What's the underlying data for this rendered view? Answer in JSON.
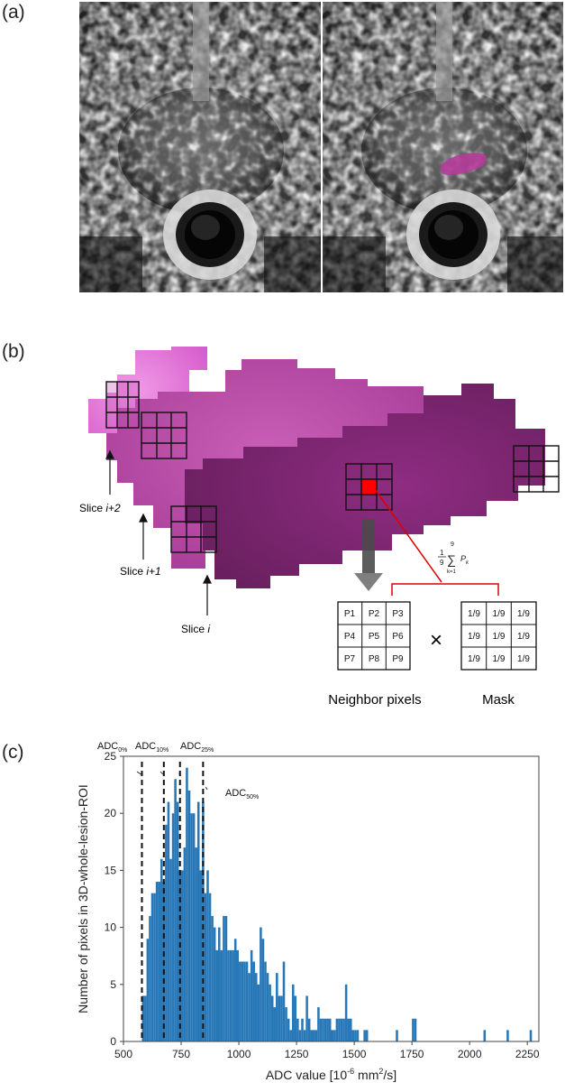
{
  "panels": {
    "a": {
      "label": "(a)"
    },
    "b": {
      "label": "(b)",
      "slice_labels": [
        {
          "prefix": "Slice ",
          "index": "i+2"
        },
        {
          "prefix": "Slice ",
          "index": "i+1"
        },
        {
          "prefix": "Slice ",
          "index": "i"
        }
      ],
      "formula": {
        "frac_num": "1",
        "frac_den": "9",
        "sum_top": "9",
        "sum_bottom": "k=1",
        "term": "P",
        "term_sub": "k"
      },
      "neighbor_cells": [
        "P1",
        "P2",
        "P3",
        "P4",
        "P5",
        "P6",
        "P7",
        "P8",
        "P9"
      ],
      "mask_cells": [
        "1/9",
        "1/9",
        "1/9",
        "1/9",
        "1/9",
        "1/9",
        "1/9",
        "1/9",
        "1/9"
      ],
      "multiply_symbol": "×",
      "neighbor_label": "Neighbor pixels",
      "mask_label": "Mask"
    },
    "c": {
      "label": "(c)"
    }
  },
  "chart_data": {
    "type": "bar",
    "xlabel_main": "ADC value [10",
    "xlabel_sup": "-6",
    "xlabel_rest": " mm",
    "xlabel_sup2": "2",
    "xlabel_end": "/s]",
    "ylabel": "Number of pixels in 3D-whole-lesion-ROI",
    "xlim": [
      500,
      2300
    ],
    "ylim": [
      0,
      25
    ],
    "x_ticks": [
      500,
      750,
      1000,
      1250,
      1500,
      1750,
      2000,
      2250
    ],
    "y_ticks": [
      0,
      5,
      10,
      15,
      20,
      25
    ],
    "bin_width": 10,
    "bins": [
      [
        580,
        4
      ],
      [
        590,
        4
      ],
      [
        600,
        9
      ],
      [
        610,
        11
      ],
      [
        620,
        13
      ],
      [
        630,
        13
      ],
      [
        640,
        14
      ],
      [
        650,
        14
      ],
      [
        660,
        16
      ],
      [
        670,
        14
      ],
      [
        680,
        19
      ],
      [
        690,
        21
      ],
      [
        700,
        16
      ],
      [
        710,
        20
      ],
      [
        720,
        23
      ],
      [
        730,
        21
      ],
      [
        740,
        15
      ],
      [
        750,
        15
      ],
      [
        760,
        17
      ],
      [
        770,
        24
      ],
      [
        780,
        22
      ],
      [
        790,
        20
      ],
      [
        800,
        20
      ],
      [
        810,
        17
      ],
      [
        820,
        21
      ],
      [
        830,
        15
      ],
      [
        840,
        21
      ],
      [
        850,
        13
      ],
      [
        860,
        15
      ],
      [
        870,
        13
      ],
      [
        880,
        11
      ],
      [
        890,
        10
      ],
      [
        900,
        8
      ],
      [
        910,
        10
      ],
      [
        920,
        8
      ],
      [
        930,
        11
      ],
      [
        940,
        11
      ],
      [
        950,
        8
      ],
      [
        960,
        8
      ],
      [
        970,
        8
      ],
      [
        980,
        9
      ],
      [
        990,
        8
      ],
      [
        1000,
        7
      ],
      [
        1010,
        7
      ],
      [
        1020,
        7
      ],
      [
        1030,
        7
      ],
      [
        1040,
        6
      ],
      [
        1050,
        8
      ],
      [
        1060,
        7
      ],
      [
        1070,
        6
      ],
      [
        1080,
        5
      ],
      [
        1090,
        10
      ],
      [
        1100,
        9
      ],
      [
        1110,
        7
      ],
      [
        1120,
        6
      ],
      [
        1130,
        5
      ],
      [
        1140,
        4
      ],
      [
        1150,
        3
      ],
      [
        1160,
        6
      ],
      [
        1170,
        4
      ],
      [
        1180,
        4
      ],
      [
        1190,
        7
      ],
      [
        1200,
        3
      ],
      [
        1210,
        2
      ],
      [
        1220,
        1
      ],
      [
        1230,
        5
      ],
      [
        1240,
        4
      ],
      [
        1250,
        2
      ],
      [
        1260,
        1
      ],
      [
        1270,
        2
      ],
      [
        1280,
        1
      ],
      [
        1290,
        4
      ],
      [
        1300,
        2
      ],
      [
        1310,
        1
      ],
      [
        1320,
        1
      ],
      [
        1330,
        1
      ],
      [
        1340,
        3
      ],
      [
        1350,
        2
      ],
      [
        1360,
        2
      ],
      [
        1370,
        2
      ],
      [
        1380,
        2
      ],
      [
        1390,
        2
      ],
      [
        1400,
        1
      ],
      [
        1410,
        1
      ],
      [
        1420,
        2
      ],
      [
        1430,
        2
      ],
      [
        1440,
        2
      ],
      [
        1450,
        2
      ],
      [
        1460,
        5
      ],
      [
        1470,
        2
      ],
      [
        1480,
        2
      ],
      [
        1490,
        1
      ],
      [
        1500,
        1
      ],
      [
        1510,
        1
      ],
      [
        1540,
        1
      ],
      [
        1550,
        1
      ],
      [
        1680,
        1
      ],
      [
        1750,
        2
      ],
      [
        1760,
        2
      ],
      [
        2060,
        1
      ],
      [
        2160,
        1
      ],
      [
        2260,
        1
      ]
    ],
    "bar_color": "#2878b8",
    "percentiles": [
      {
        "x": 580,
        "base": "ADC",
        "sub": "0%"
      },
      {
        "x": 675,
        "base": "ADC",
        "sub": "10%"
      },
      {
        "x": 745,
        "base": "ADC",
        "sub": "25%"
      },
      {
        "x": 845,
        "base": "ADC",
        "sub": "50%"
      }
    ]
  }
}
